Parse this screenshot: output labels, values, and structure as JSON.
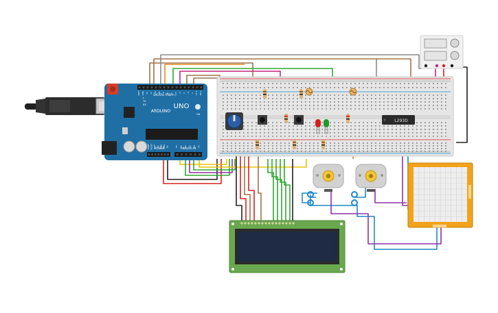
{
  "arduino": {
    "model": "UNO",
    "brand": "ARDUINO",
    "digital_label": "DIGITAL (PWM~)",
    "power_label": "POWER",
    "analog_label": "ANALOG IN",
    "digital_pins": [
      "AREF",
      "GND",
      "13",
      "12",
      "~11",
      "~10",
      "~9",
      "8",
      "7",
      "~6",
      "~5",
      "4",
      "~3",
      "2",
      "TX 1",
      "RX 0"
    ],
    "power_pins": [
      "IOREF",
      "RESET",
      "3.3V",
      "5V",
      "GND",
      "GND",
      "Vin"
    ],
    "analog_pins": [
      "A0",
      "A1",
      "A2",
      "A3",
      "A4",
      "A5"
    ],
    "tx_label": "TX",
    "rx_label": "RX",
    "on_label": "ON",
    "l_label": "L"
  },
  "driver_ic": {
    "label": "L293D"
  },
  "colors": {
    "board_blue": "#1f6fa5",
    "breadboard": "#e6e6e6",
    "wire_red": "#d62020",
    "wire_black": "#202020",
    "wire_green": "#2fa82f",
    "wire_yellow": "#e8c20a",
    "wire_brown": "#a0724a",
    "wire_purple": "#8e2fa8",
    "wire_blue": "#1d88c8",
    "wire_orange": "#e08a1e",
    "wire_magenta": "#c8247a",
    "lcd_board": "#6aa84f",
    "lcd_screen": "#1f2a44",
    "plotter_frame": "#f2a31b"
  },
  "icons": [
    "usb-cable-icon",
    "potentiometer-icon",
    "pushbutton-icon",
    "led-red-icon",
    "led-green-icon",
    "dc-motor-icon",
    "photoresistor-icon"
  ]
}
